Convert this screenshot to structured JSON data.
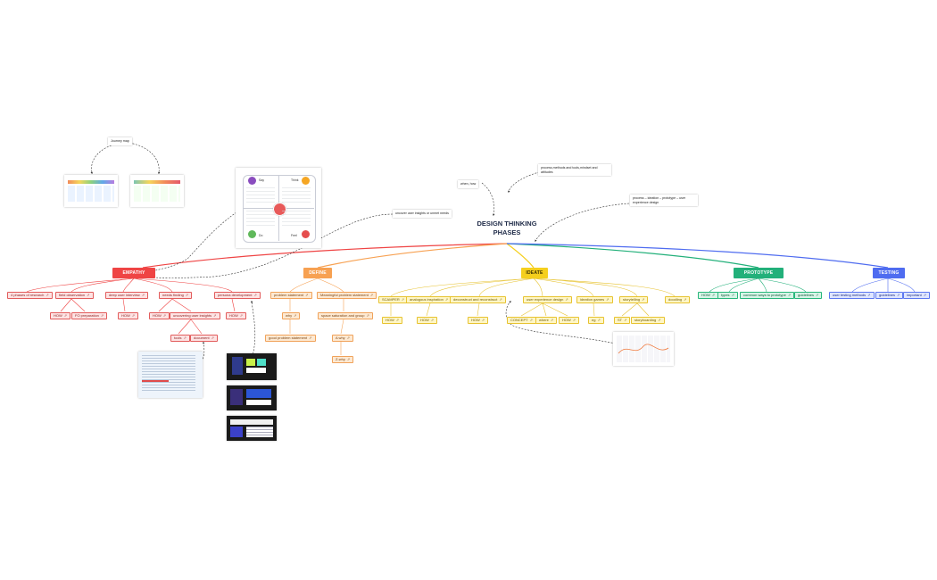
{
  "title": "DESIGN THINKING PHASES",
  "notes": {
    "journey": "Journey map",
    "when": "when, how",
    "process_methods": "process,methods and tools,mindset and attitudes",
    "process_flow": "process – ideation – prototype – user experience design",
    "uncover": "uncover user insights or unmet needs"
  },
  "phases": {
    "empathy": "EMPATHY",
    "define": "DEFINE",
    "ideate": "IDEATE",
    "prototype": "PROTOTYPE",
    "testing": "TESTING"
  },
  "empathy": {
    "phases_research": "4 phases of research",
    "field_observation": "field observation",
    "deep_user_interview": "deep user interview",
    "needs_finding": "needs finding",
    "persona_development": "persona development",
    "how1": "HOW",
    "fo_preparation": "FO preparation",
    "how2": "HOW",
    "how3": "HOW",
    "uncovering_insights": "uncovering user insights",
    "how4": "HOW",
    "tools": "tools",
    "document": "document"
  },
  "define": {
    "problem_statement": "problem statement",
    "meaningful_problem": "Meaningful problem statement",
    "why": "why",
    "space_saturation": "space saturation and group",
    "good_problem": "good problem statement",
    "a_why": "A why",
    "z_why": "Z-why"
  },
  "ideate": {
    "scamper": "SCAMPER",
    "analogous": "analogous inspiration",
    "deconstruct": "deconstruct and reconstruct",
    "ux_design": "user experience design",
    "ideation_games": "ideation games",
    "storytelling": "storytelling",
    "doodling": "doodling",
    "how1": "HOW",
    "how2": "HOW",
    "how3": "HOW",
    "concept": "CONCEPT",
    "where": "where",
    "how4": "HOW",
    "eg": "eg",
    "st": "ST",
    "storyboarding": "storyboarding"
  },
  "prototype": {
    "how": "HOW",
    "types": "types",
    "common_ways": "common ways to prototype",
    "guidelines": "guidelines"
  },
  "testing": {
    "methods": "user testing methods",
    "guidelines": "guidelines",
    "important": "important"
  },
  "empathy_card": {
    "say": "Say",
    "think": "Think",
    "feel": "Feel",
    "do": "Do"
  },
  "colors": {
    "empathy": "#ef4444",
    "define": "#f7a152",
    "ideate": "#f5cf1d",
    "prototype": "#22b07a",
    "testing": "#4f6cf0"
  },
  "icons": [
    "link-icon",
    "arrow-icon"
  ]
}
